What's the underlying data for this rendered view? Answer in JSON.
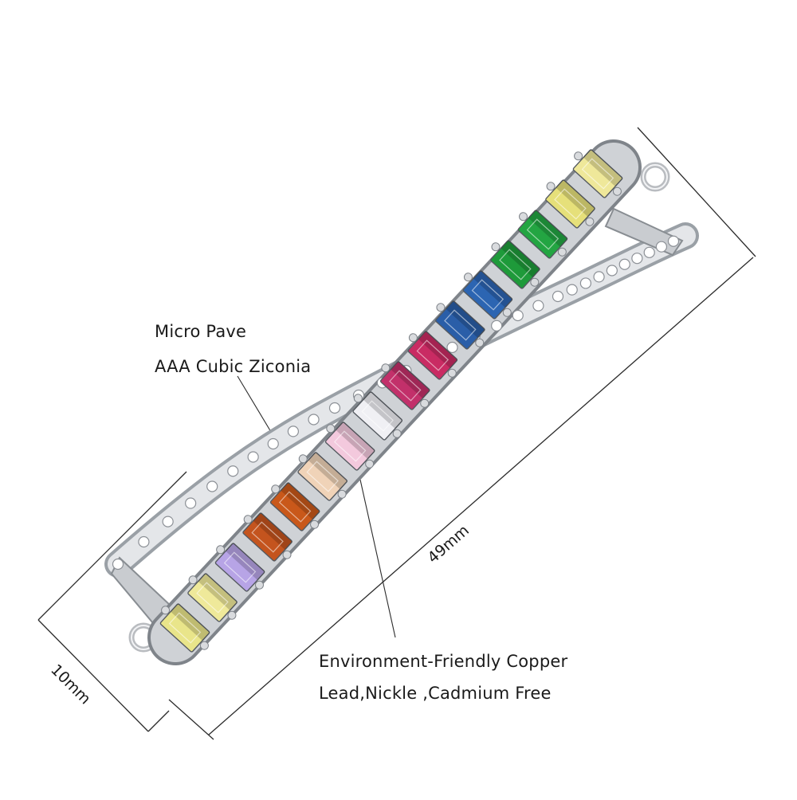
{
  "labels": {
    "pave_line1": "Micro Pave",
    "pave_line2": "AAA Cubic Ziconia",
    "copper_line1": "Environment-Friendly Copper",
    "copper_line2": "Lead,Nickle ,Cadmium Free"
  },
  "dimensions": {
    "length": "49mm",
    "width": "10mm"
  },
  "colors": {
    "background": "#ffffff",
    "metal": "#d8dadd",
    "metal_shade": "#8e9297",
    "line": "#2b2b2b"
  },
  "stones": [
    {
      "color": "#e9e58a"
    },
    {
      "color": "#efe99a"
    },
    {
      "color": "#b7a4e6"
    },
    {
      "color": "#c4541e"
    },
    {
      "color": "#c9581a"
    },
    {
      "color": "#f0d3b8"
    },
    {
      "color": "#f3c9dd"
    },
    {
      "color": "#f0f0f4"
    },
    {
      "color": "#c2306a"
    },
    {
      "color": "#c92b63"
    },
    {
      "color": "#2a5ea8"
    },
    {
      "color": "#2c65b2"
    },
    {
      "color": "#1e9a3a"
    },
    {
      "color": "#23a542"
    },
    {
      "color": "#e6e07a"
    },
    {
      "color": "#efe89a"
    }
  ]
}
